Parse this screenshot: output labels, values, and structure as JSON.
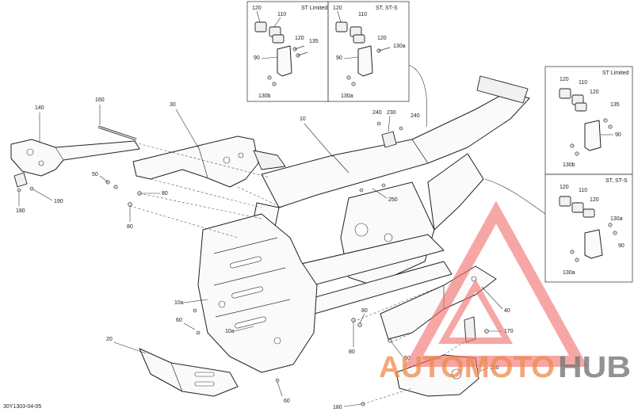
{
  "insets": {
    "top_left_title": "ST Limited",
    "top_right_title": "ST, ST-S",
    "right_upper_title": "ST Limited",
    "right_lower_title": "ST, ST-S"
  },
  "callouts": {
    "c10": "10",
    "c10a": "10a",
    "c20": "20",
    "c30": "30",
    "c40": "40",
    "c50": "50",
    "c60": "60",
    "c80": "80",
    "c90": "90",
    "c110": "110",
    "c120": "120",
    "c130a": "130a",
    "c130b": "130b",
    "c135": "135",
    "c140": "140",
    "c150": "150",
    "c160": "160",
    "c170": "170",
    "c180": "180",
    "c190": "190",
    "c230": "230",
    "c240": "240",
    "c250": "250"
  },
  "document_id": "30Y1303-04-05",
  "watermark": {
    "word1": "AUTOMOTO",
    "word2": "HUB",
    "color_triangle": "#f26b6b",
    "color_word1": "#ee8a4a",
    "color_word2": "#777777"
  }
}
